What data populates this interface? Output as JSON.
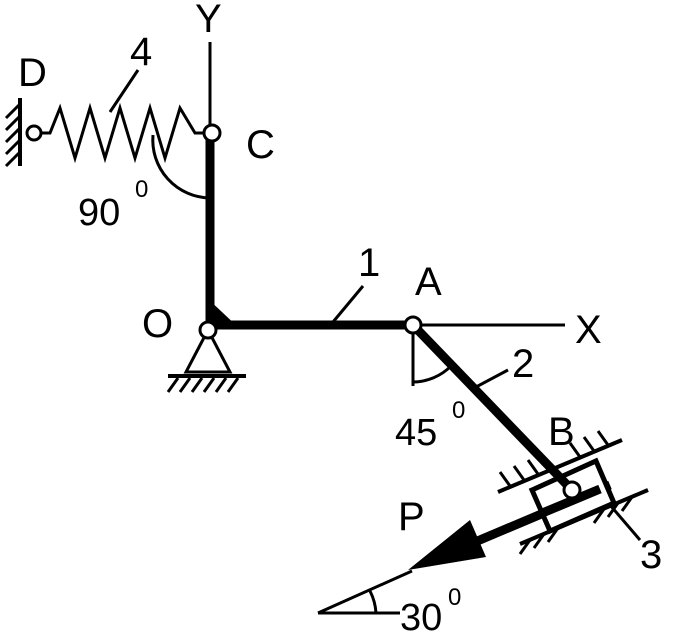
{
  "points": {
    "O": "O",
    "A": "A",
    "B": "B",
    "C": "C",
    "D": "D"
  },
  "axes": {
    "x": "X",
    "y": "Y"
  },
  "links": {
    "link1": "1",
    "link2": "2",
    "slider3": "3",
    "spring4": "4"
  },
  "force": {
    "label": "P"
  },
  "angles": {
    "a90": {
      "value": "90",
      "degree": "0"
    },
    "a45": {
      "value": "45",
      "degree": "0"
    },
    "a30": {
      "value": "30",
      "degree": "0"
    }
  },
  "colors": {
    "ink": "#000000",
    "background": "#ffffff"
  }
}
